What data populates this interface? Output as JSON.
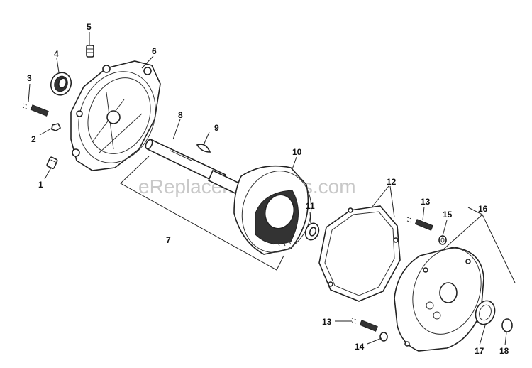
{
  "watermark": "eReplacementParts.com",
  "labels": {
    "l1": "1",
    "l2": "2",
    "l3": "3",
    "l4": "4",
    "l5": "5",
    "l6": "6",
    "l7": "7",
    "l8": "8",
    "l9": "9",
    "l10": "10",
    "l11": "11",
    "l12": "12",
    "l13a": "13",
    "l13b": "13",
    "l14": "14",
    "l15": "15",
    "l16": "16",
    "l17": "17",
    "l18": "18"
  }
}
